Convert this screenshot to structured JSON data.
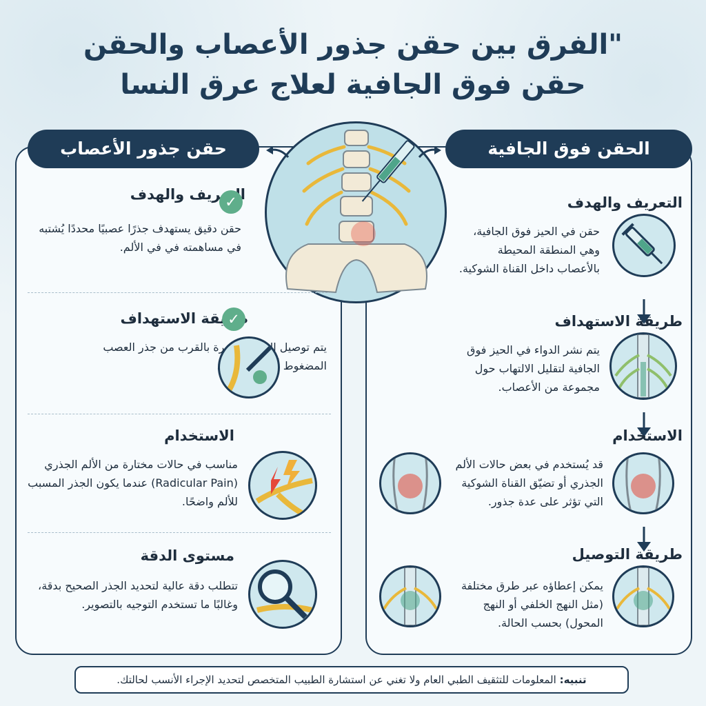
{
  "title": {
    "line1": "\"الفرق بين حقن جذور الأعصاب والحقن",
    "line2": "حقن فوق الجافية لعلاج عرق النسا"
  },
  "left_panel": {
    "header": "حقن جذور الأعصاب",
    "sections": [
      {
        "title": "التعريف والهدف",
        "text": "حقن دقيق يستهدف جذرًا عصبيًا محددًا يُشتبه في مساهمته في في الألم."
      },
      {
        "title": "طريقة الاستهداف",
        "text": "يتم توصيل الدواء مباشرة بالقرب من جذر العصب المضغوط أو أو الملتهب."
      },
      {
        "title": "الاستخدام",
        "text": "مناسب في حالات مختارة من الألم الجذري (Radicular Pain) عندما يكون الجذر المسبب للألم واضحًا."
      },
      {
        "title": "مستوى الدقة",
        "text": "تتطلب دقة عالية لتحديد الجذر الصحيح بدقة، وغالبًا ما تستخدم التوجيه بالتصوير."
      }
    ]
  },
  "right_panel": {
    "header": "الحقن فوق الجافية",
    "sections": [
      {
        "title": "التعريف والهدف",
        "text": "حقن في الحيز فوق الجافية، وهي المنطقة المحيطة بالأعصاب داخل القناة الشوكية."
      },
      {
        "title": "طريقة الاستهداف",
        "text": "يتم نشر الدواء في الحيز فوق الجافية لتقليل الالتهاب حول مجموعة من الأعصاب."
      },
      {
        "title": "الاستخدام",
        "text": "قد يُستخدم في بعض حالات الألم الجذري أو تضيّق القناة الشوكية التي تؤثر على عدة جذور."
      },
      {
        "title": "طريقة التوصيل",
        "text": "يمكن إعطاؤه عبر طرق مختلفة (مثل النهج الخلفي أو النهج المحول) بحسب الحالة."
      }
    ]
  },
  "footer": {
    "label": "تنبيه:",
    "text": "المعلومات للتثقيف الطبي العام ولا تغني عن استشارة الطبيب المتخصص لتحديد الإجراء الأنسب لحالتك."
  },
  "icons": {
    "check": "check-icon",
    "syringe": "syringe-icon",
    "spine": "spine-icon",
    "nerve-pain": "nerve-pain-icon",
    "magnifier": "magnifier-icon",
    "arrow": "arrow-down-icon"
  },
  "colors": {
    "navy": "#1f3c57",
    "check_green": "#5fae8b",
    "nerve_yellow": "#e9b83a",
    "pain_red": "#e5483a",
    "light_teal": "#cfe8ee"
  }
}
